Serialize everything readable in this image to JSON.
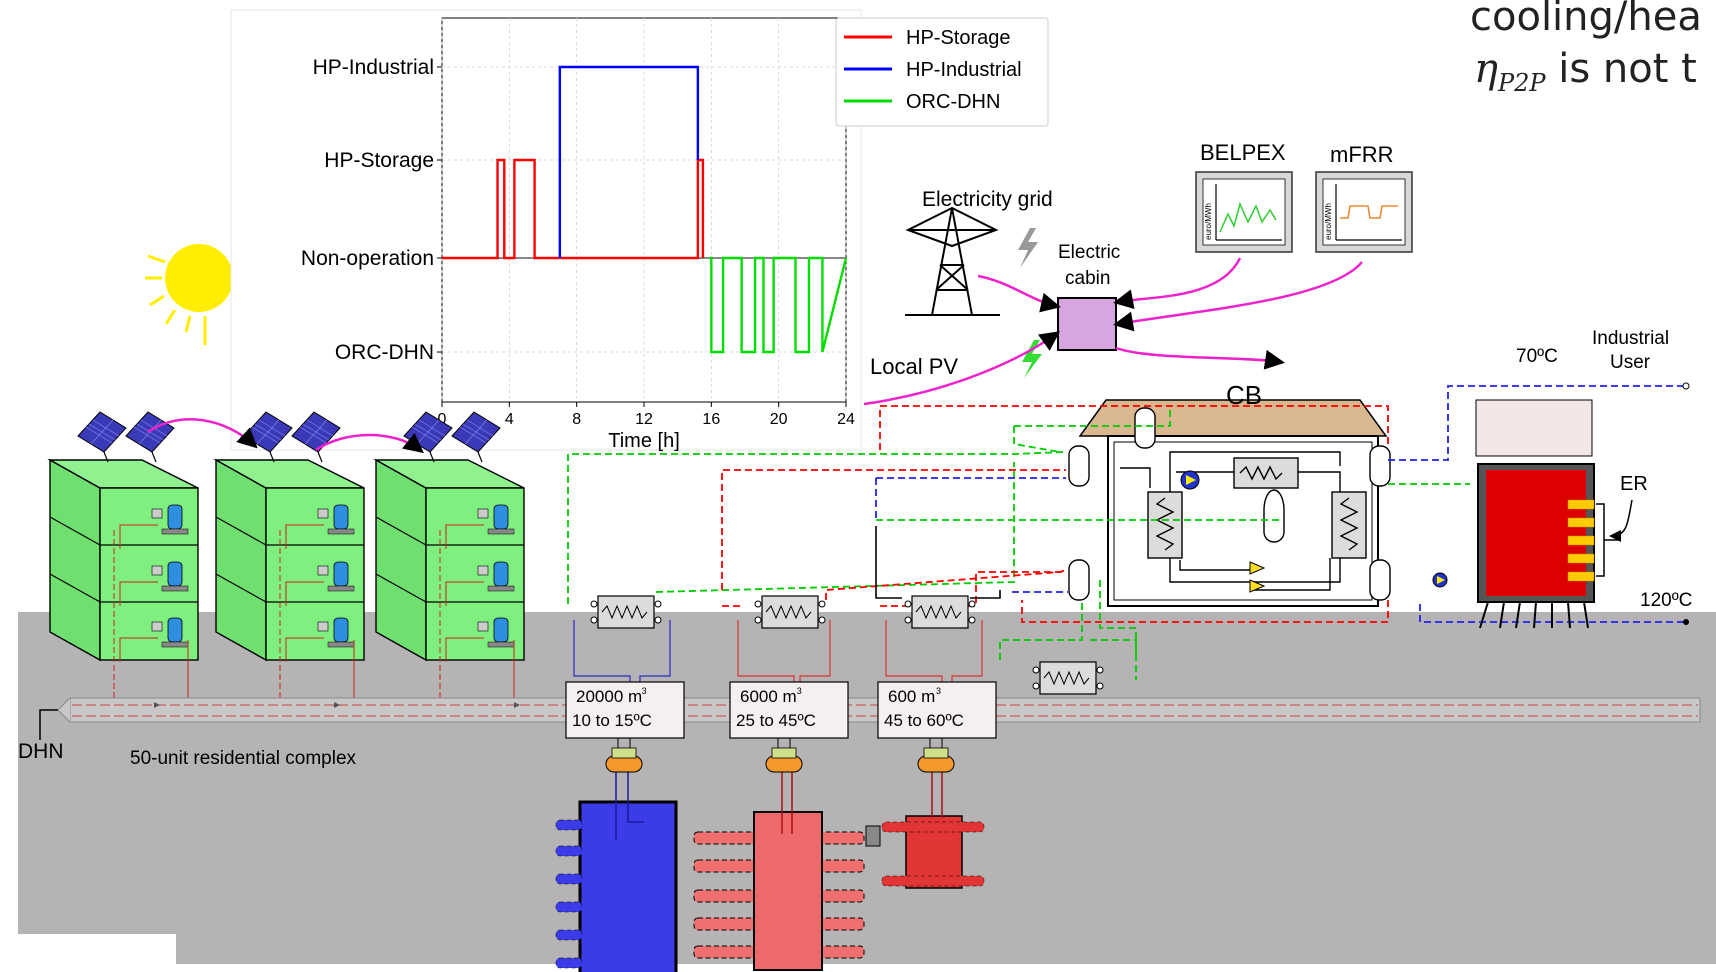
{
  "top_right_text": {
    "line1": "cooling/hea",
    "line2_symbol": "η",
    "line2_sub": "P2P",
    "line2_rest": " is not t"
  },
  "chart_data": {
    "type": "line",
    "step": true,
    "title": "",
    "xlabel": "Time [h]",
    "ylabel": "",
    "xlim": [
      0,
      24
    ],
    "xticks": [
      0,
      4,
      8,
      12,
      16,
      20,
      24
    ],
    "y_categories": [
      "ORC-DHN",
      "Non-operation",
      "HP-Storage",
      "HP-Industrial"
    ],
    "grid": true,
    "legend_position": "top-right",
    "series": [
      {
        "name": "HP-Storage",
        "color": "#ff0000",
        "x": [
          0,
          3.3,
          3.3,
          3.7,
          3.7,
          4.3,
          4.3,
          5.5,
          5.5,
          15.2,
          15.2,
          15.5,
          15.5
        ],
        "y": [
          1,
          1,
          2,
          2,
          1,
          1,
          2,
          2,
          1,
          1,
          2,
          2,
          1
        ]
      },
      {
        "name": "HP-Industrial",
        "color": "#0000ff",
        "x": [
          7,
          7,
          15.2,
          15.2
        ],
        "y": [
          1,
          3,
          3,
          2
        ]
      },
      {
        "name": "ORC-DHN",
        "color": "#00dd00",
        "x": [
          15.9,
          16.0,
          16.0,
          16.7,
          16.7,
          17.8,
          17.8,
          18.6,
          18.6,
          19.1,
          19.1,
          19.7,
          19.7,
          21.0,
          21.0,
          21.8,
          21.8,
          22.6,
          22.6,
          24
        ],
        "y": [
          1,
          1,
          0,
          0,
          1,
          1,
          0,
          0,
          1,
          1,
          0,
          0,
          1,
          1,
          0,
          0,
          1,
          1,
          0,
          1
        ]
      }
    ]
  },
  "labels": {
    "electricity_grid": "Electricity grid",
    "electric_cabin_1": "Electric",
    "electric_cabin_2": "cabin",
    "local_pv": "Local PV",
    "belpex": "BELPEX",
    "mfrr": "mFRR",
    "price_unit": "euro/MWh",
    "cb": "CB",
    "temp_70": "70ºC",
    "industrial_user_1": "Industrial",
    "industrial_user_2": "User",
    "er": "ER",
    "temp_120": "120ºC",
    "dhn": "DHN",
    "residential": "50-unit residential complex"
  },
  "storages": [
    {
      "volume": "20000 m",
      "sup": "3",
      "range": "10 to 15ºC"
    },
    {
      "volume": "6000 m",
      "sup": "3",
      "range": "25 to 45ºC"
    },
    {
      "volume": "600 m",
      "sup": "3",
      "range": "45 to 60ºC"
    }
  ],
  "colors": {
    "hp_storage": "#ff0000",
    "hp_industrial": "#0000ff",
    "orc_dhn": "#00dd00",
    "building": "#7ff07f",
    "cabin": "#d7a6e0",
    "cb_roof": "#d9b88f",
    "ground": "#b5b3b3",
    "magenta": "#ee22cc"
  }
}
